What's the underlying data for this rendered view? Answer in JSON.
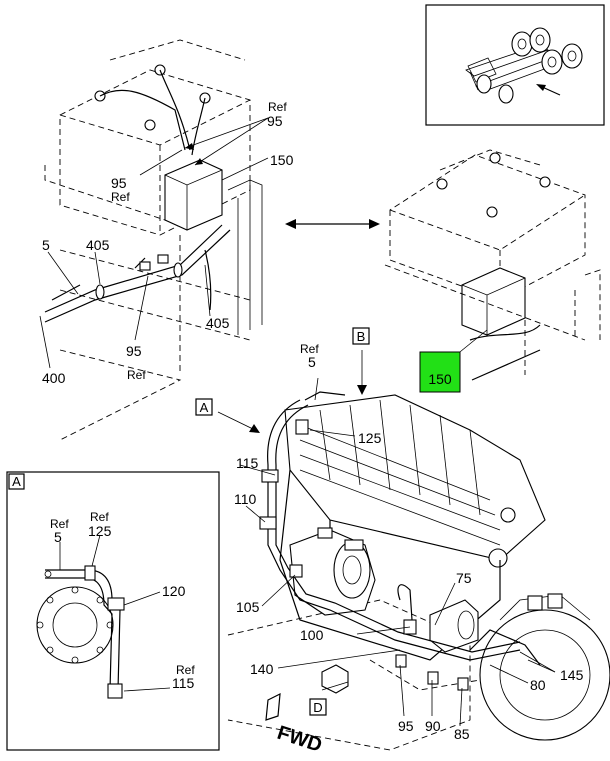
{
  "callouts": {
    "ref": "Ref",
    "n95": "95",
    "n150": "150",
    "n5": "5",
    "n405": "405",
    "n400": "400",
    "n125": "125",
    "n115": "115",
    "n110": "110",
    "n105": "105",
    "n100": "100",
    "n140": "140",
    "n75": "75",
    "n90": "90",
    "n85": "85",
    "n80": "80",
    "n145": "145",
    "n120": "120"
  },
  "view_labels": {
    "a": "A",
    "b": "B",
    "d": "D"
  },
  "highlight": {
    "label": "150",
    "color": "#22e016"
  },
  "direction_marker": {
    "text": "FWD"
  }
}
